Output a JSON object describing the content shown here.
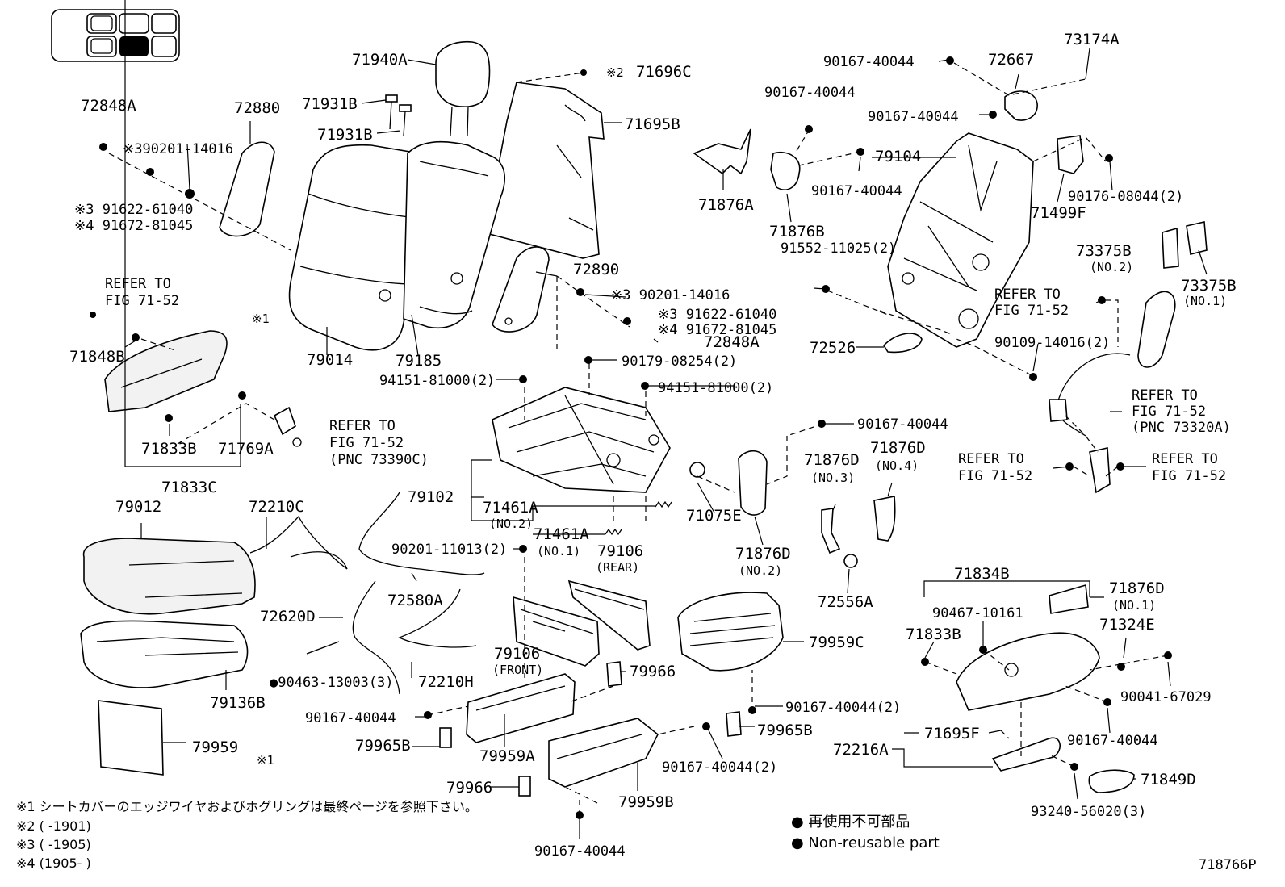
{
  "diagram_code": "718766P",
  "locator": {
    "cells": 6,
    "highlighted_cell": 4
  },
  "labels": {
    "p71940A": "71940A",
    "p71696C": "71696C",
    "p71696C_mark": "※2",
    "p71931B_a": "71931B",
    "p71931B_b": "71931B",
    "p71695B": "71695B",
    "p72848A_a": "72848A",
    "p90201_14016_a": "※390201-14016",
    "p72880": "72880",
    "p91622_61040_a": "※3 91622-61040",
    "p91672_81045_a": "※4 91672-81045",
    "p79014": "79014",
    "p79185": "79185",
    "p72890": "72890",
    "p90201_14016_b": "※3 90201-14016",
    "p91622_61040_b": "※3 91622-61040",
    "p91672_81045_b": "※4 91672-81045",
    "p72848A_b": "72848A",
    "p90179_08254": "90179-08254(2)",
    "p94151_81000_a": "94151-81000(2)",
    "p94151_81000_b": "94151-81000(2)",
    "p71876A": "71876A",
    "p90167_40044_a": "90167-40044",
    "p90167_40044_b": "90167-40044",
    "p71876B": "71876B",
    "p90167_40044_c": "90167-40044",
    "p72667": "72667",
    "p90167_40044_d": "90167-40044",
    "p73174A": "73174A",
    "p79104": "79104",
    "p71499F": "71499F",
    "p90176_08044": "90176-08044(2)",
    "p91552_11025": "91552-11025(2)",
    "p73375B_a": "73375B",
    "p73375B_a_note": "(NO.2)",
    "p73375B_b": "73375B",
    "p73375B_b_note": "(NO.1)",
    "refer_a_1": "REFER TO",
    "refer_a_2": "FIG 71-52",
    "p72526": "72526",
    "p90109_14016": "90109-14016(2)",
    "refer_b_1": "REFER TO",
    "refer_b_2": "FIG 71-52",
    "refer_b_3": "(PNC 73320A)",
    "refer_c_1": "REFER TO",
    "refer_c_2": "FIG 71-52",
    "refer_d_1": "REFER TO",
    "refer_d_2": "FIG 71-52",
    "refer_e_1": "REFER TO",
    "refer_e_2": "FIG 71-52",
    "p71848B": "71848B",
    "refer_f_1": "REFER TO",
    "refer_f_2": "FIG 71-52",
    "refer_f_3": "(PNC 73390C)",
    "p71833B_a": "71833B",
    "p71769A": "71769A",
    "p71833C": "71833C",
    "mark_x1_a": "※1",
    "mark_x1_b": "※1",
    "p90167_40044_e": "90167-40044",
    "p71876D_a": "71876D",
    "p71876D_a_note": "(NO.3)",
    "p71876D_b": "71876D",
    "p71876D_b_note": "(NO.4)",
    "p71075E": "71075E",
    "p71876D_c": "71876D",
    "p71876D_c_note": "(NO.2)",
    "p72556A": "72556A",
    "p79102": "79102",
    "p71461A_a": "71461A",
    "p71461A_a_note": "(NO.2)",
    "p71461A_b": "71461A",
    "p71461A_b_note": "(NO.1)",
    "p90201_11013": "90201-11013(2)",
    "p79106_rear": "79106",
    "p79106_rear_note": "(REAR)",
    "p79106_front": "79106",
    "p79106_front_note": "(FRONT)",
    "p72210C": "72210C",
    "p72580A": "72580A",
    "p72620D": "72620D",
    "p90463_13003": "●90463-13003(3)",
    "p72210H": "72210H",
    "p79012": "79012",
    "p79136B": "79136B",
    "p79959": "79959",
    "p90167_40044_f": "90167-40044",
    "p79965B_a": "79965B",
    "p79959A": "79959A",
    "p79966_a": "79966",
    "p79966_b": "79966",
    "p79959B": "79959B",
    "p90167_40044_g": "90167-40044(2)",
    "p90167_40044_h": "90167-40044",
    "p79959C": "79959C",
    "p90167_40044_i": "90167-40044(2)",
    "p79965B_b": "79965B",
    "p71834B": "71834B",
    "p90467_10161": "90467-10161",
    "p71876D_d": "71876D",
    "p71876D_d_note": "(NO.1)",
    "p71833B_b": "71833B",
    "p71324E": "71324E",
    "p90041_67029": "90041-67029",
    "p90167_40044_j": "90167-40044",
    "p72216A": "72216A",
    "p71695F": "71695F",
    "p71849D": "71849D",
    "p93240_56020": "93240-56020(3)"
  },
  "notes": [
    "※1 シートカバーのエッジワイヤおよびホグリングは最終ページを参照下さい。",
    "※2 (      -1901)",
    "※3 (      -1905)",
    "※4 (1905-      )"
  ],
  "legend": {
    "line1": "● 再使用不可部品",
    "line2": "● Non-reusable part"
  }
}
